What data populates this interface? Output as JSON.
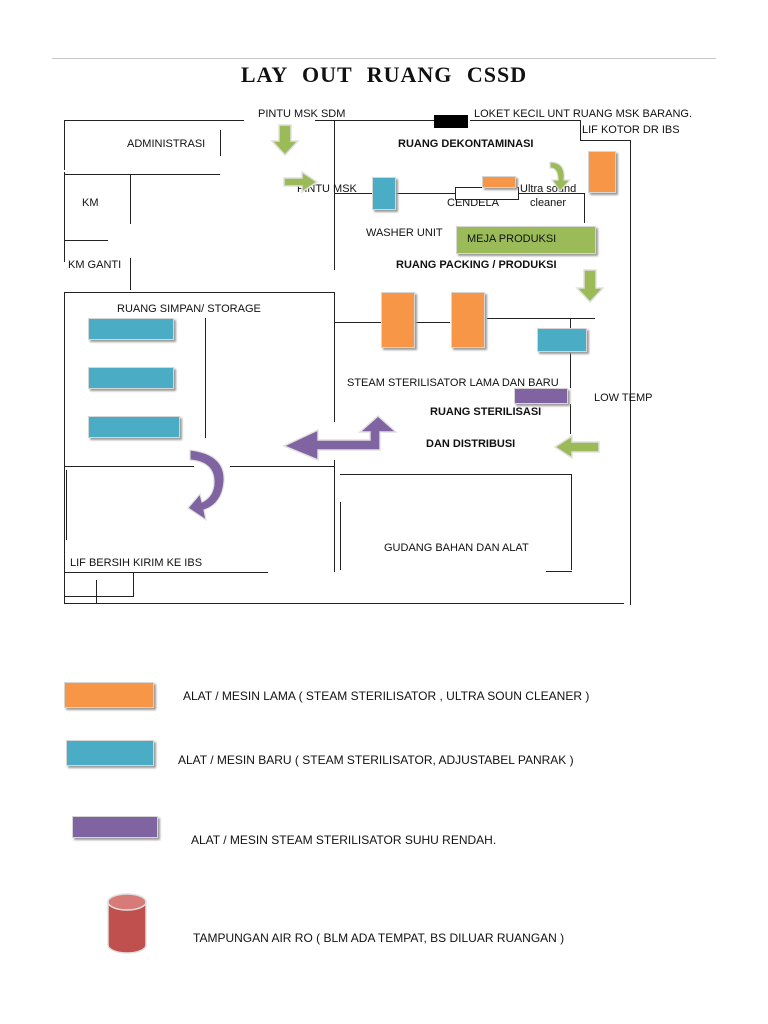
{
  "title": "LAY  OUT  RUANG CSSD",
  "labels": {
    "pintu_msk_sdm": "PINTU MSK SDM",
    "loket": "LOKET KECIL UNT  RUANG  MSK BARANG.",
    "lif_kotor": "LIF  KOTOR DR IBS",
    "administrasi": "ADMINISTRASI",
    "ruang_dekontaminasi": "RUANG DEKONTAMINASI",
    "pintu_msk": "PINTU MSK",
    "cendela": "CENDELA",
    "ultrasound_1": "Ultra sound",
    "ultrasound_2": "cleaner",
    "km": "KM",
    "washer_unit": "WASHER UNIT",
    "meja_produksi": "MEJA  PRODUKSI",
    "km_ganti": "KM GANTI",
    "ruang_packing": "RUANG PACKING / PRODUKSI",
    "ruang_simpan": "RUANG  SIMPAN/ STORAGE",
    "steam_sterilisator": "STEAM STERILISATOR LAMA DAN BARU",
    "low_temp": "LOW TEMP",
    "ruang_sterilisasi": "RUANG STERILISASI",
    "distribusi": "DAN    DISTRIBUSI",
    "gudang": "GUDANG  BAHAN DAN  ALAT",
    "lif_bersih": "LIF  BERSIH KIRIM KE IBS"
  },
  "legend": {
    "orange": "ALAT / MESIN LAMA ( STEAM STERILISATOR , ULTRA SOUN CLEANER )",
    "blue": "ALAT / MESIN BARU ( STEAM STERILISATOR, ADJUSTABEL PANRAK )",
    "purple": "ALAT / MESIN STEAM STERILISATOR SUHU RENDAH.",
    "cylinder": "TAMPUNGAN AIR  RO ( BLM ADA TEMPAT, BS DILUAR  RUANGAN )"
  },
  "colors": {
    "orange": "#f79646",
    "blue": "#4bacc6",
    "purple": "#8064a2",
    "green": "#9bbb59",
    "red": "#c0504d"
  },
  "icons": [
    "arrow-down-icon",
    "arrow-right-icon",
    "arrow-left-icon",
    "arrow-up-left-icon",
    "curved-arrow-icon",
    "cylinder-icon"
  ]
}
